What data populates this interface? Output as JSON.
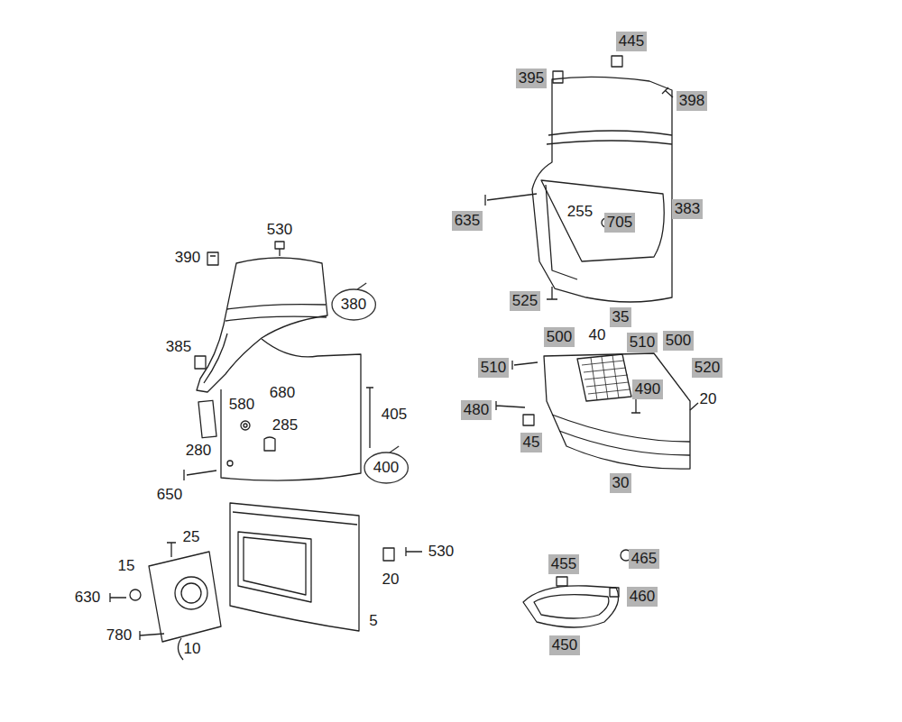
{
  "diagram": {
    "nodes": [
      {
        "text": [
          "445"
        ]
      },
      {
        "text": [
          "395"
        ]
      },
      {
        "text": [
          "398"
        ]
      },
      {
        "text": [
          "383"
        ]
      },
      {
        "text": [
          "635"
        ]
      },
      {
        "text": [
          "705"
        ]
      },
      {
        "text": [
          "525"
        ]
      },
      {
        "text": [
          "380"
        ]
      },
      {
        "text": [
          "35"
        ]
      },
      {
        "text": [
          "500"
        ]
      },
      {
        "text": [
          "500"
        ]
      },
      {
        "text": [
          "510"
        ]
      },
      {
        "text": [
          "510"
        ]
      },
      {
        "text": [
          "520"
        ]
      },
      {
        "text": [
          "490"
        ]
      },
      {
        "text": [
          "480"
        ]
      },
      {
        "text": [
          "45"
        ]
      },
      {
        "text": [
          "400"
        ]
      },
      {
        "text": [
          "30"
        ]
      },
      {
        "text": [
          "465"
        ]
      },
      {
        "text": [
          "455"
        ]
      },
      {
        "text": [
          "460"
        ]
      },
      {
        "text": [
          "450"
        ]
      }
    ],
    "labels": [
      "530",
      "390",
      "385",
      "680",
      "580",
      "285",
      "405",
      "280",
      "650",
      "25",
      "530",
      "15",
      "20",
      "630",
      "5",
      "780",
      "10",
      "255",
      "40",
      "20"
    ]
  }
}
